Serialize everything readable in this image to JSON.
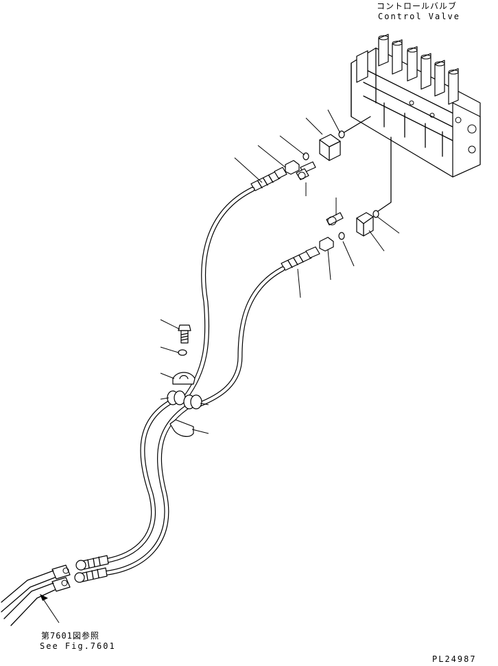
{
  "labels": {
    "control_valve_jp": "コントロールバルブ",
    "control_valve_en": "Control Valve",
    "ref_jp": "第7601図参照",
    "ref_en": "See Fig.7601",
    "drawing_number": "PL24987"
  }
}
